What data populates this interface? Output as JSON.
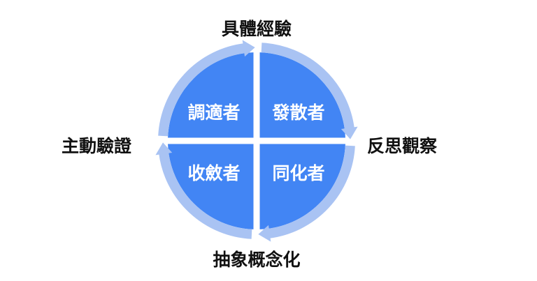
{
  "stages": {
    "top": "具體經驗",
    "right": "反思觀察",
    "bottom": "抽象概念化",
    "left": "主動驗證"
  },
  "quadrants": {
    "top_left": "調適者",
    "top_right": "發散者",
    "bottom_right": "同化者",
    "bottom_left": "收斂者"
  },
  "colors": {
    "quadrant": "#4285f4",
    "ring": "#a9c3f3",
    "text": "#111111"
  }
}
